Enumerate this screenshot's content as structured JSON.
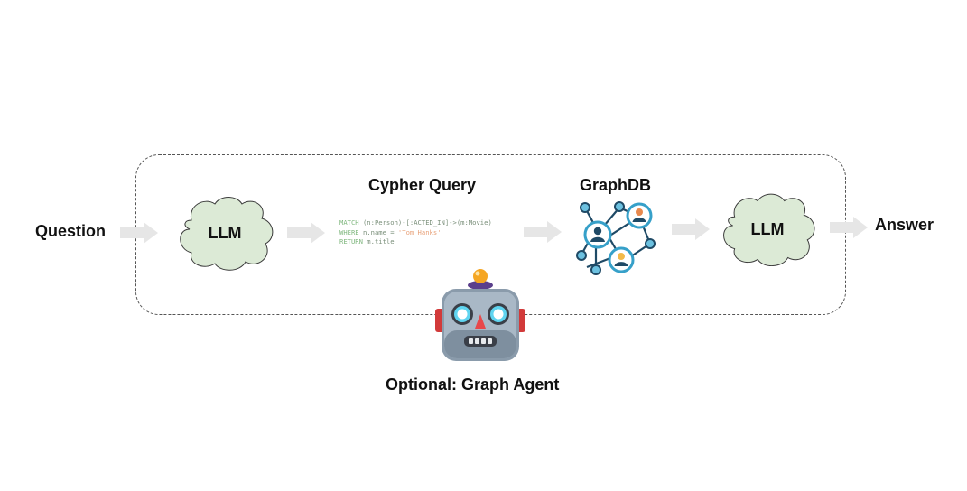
{
  "labels": {
    "question": "Question",
    "answer": "Answer",
    "cypher_query": "Cypher Query",
    "graphdb": "GraphDB",
    "llm_left": "LLM",
    "llm_right": "LLM",
    "optional_agent": "Optional: Graph Agent"
  },
  "cypher": {
    "line1_kw": "MATCH",
    "line1_rest": " (n:Person)-[:ACTED_IN]->(m:Movie)",
    "line2_kw": "WHERE",
    "line2_mid": " n.name = ",
    "line2_str": "'Tom Hanks'",
    "line3_kw": "RETURN",
    "line3_rest": " m.title"
  },
  "icons": {
    "cloud": "cloud-icon",
    "arrow": "right-arrow-icon",
    "graph": "graph-network-icon",
    "robot": "robot-icon"
  },
  "colors": {
    "cloud_fill": "#dcead6",
    "cloud_stroke": "#3a3a3a",
    "arrow": "#e6e6e6",
    "graph_node": "#36a0c9",
    "graph_edge": "#1f4a66"
  }
}
